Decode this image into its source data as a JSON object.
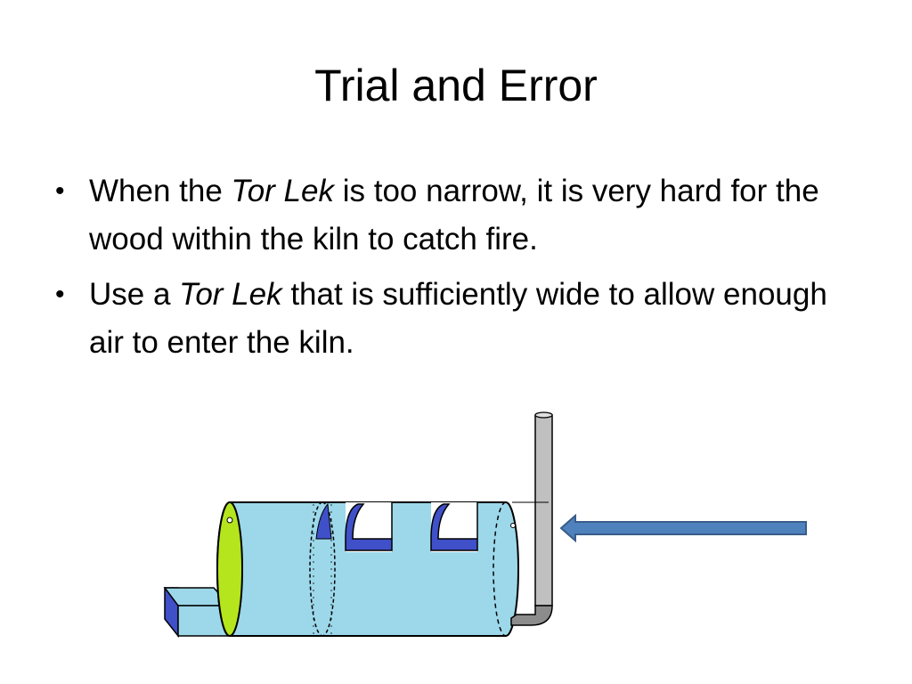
{
  "slide": {
    "title": "Trial and Error",
    "bullets": [
      {
        "marker": "•",
        "before": "When the ",
        "emphasis": "Tor Lek",
        "after": " is too narrow, it is very hard for the wood within the kiln to catch fire."
      },
      {
        "marker": "•",
        "before": "Use a ",
        "emphasis": "Tor Lek",
        "after": " that is sufficiently wide to allow enough air to enter the kiln."
      }
    ]
  },
  "figure": {
    "colors": {
      "kiln_body": "#9cd8ea",
      "kiln_dark": "#3f50c8",
      "kiln_end": "#b5e51d",
      "pipe": "#c0c0c0",
      "pipe_dark": "#8c8c8c",
      "arrow": "#4f81bd",
      "outline": "#000000"
    },
    "icons": [
      "kiln-drawing",
      "chimney-pipe",
      "airflow-arrow-left"
    ]
  }
}
